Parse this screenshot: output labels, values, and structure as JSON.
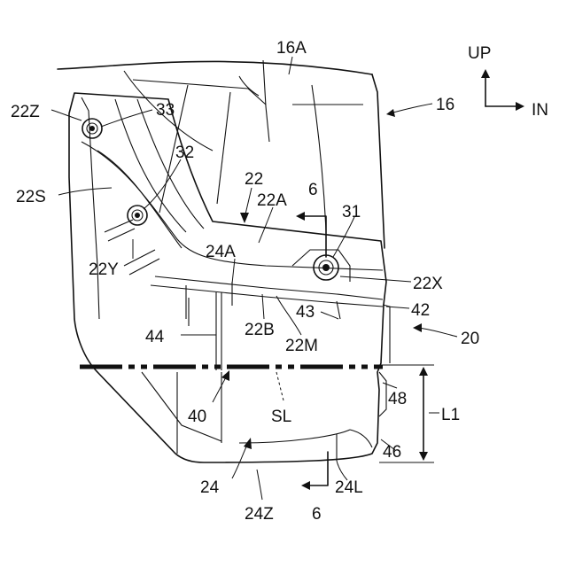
{
  "figure": {
    "labels": {
      "l16A": "16A",
      "l16": "16",
      "up": "UP",
      "in": "IN",
      "l22Z": "22Z",
      "l33": "33",
      "l32": "32",
      "l22S": "22S",
      "l22": "22",
      "l22A": "22A",
      "l6_top": "6",
      "l31": "31",
      "l24A": "24A",
      "l22Y": "22Y",
      "l22X": "22X",
      "l42": "42",
      "l43": "43",
      "l44": "44",
      "l22B": "22B",
      "l22M": "22M",
      "l20": "20",
      "l48": "48",
      "l40": "40",
      "lSL": "SL",
      "lL1": "L1",
      "l46": "46",
      "l24": "24",
      "l24L": "24L",
      "l24Z": "24Z",
      "l6_bottom": "6"
    }
  }
}
